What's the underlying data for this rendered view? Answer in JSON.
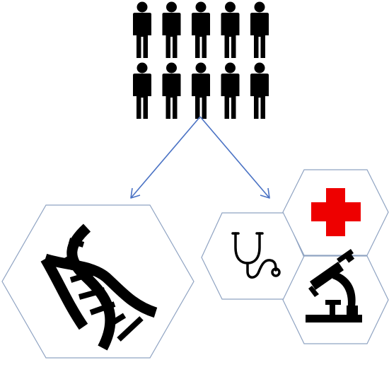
{
  "colors": {
    "people": "#000000",
    "arrows": "#4a72c4",
    "hex_stroke": "#8fa3c2",
    "hex_fill": "#ffffff",
    "icon": "#000000",
    "cross": "#ee0000"
  },
  "population": {
    "rows": 2,
    "per_row": 5,
    "icon": "person-icon"
  },
  "branches": [
    {
      "target": "genetics",
      "icon": "dna-icon"
    },
    {
      "target": "clinical",
      "icons": [
        "stethoscope-icon",
        "medical-cross-icon",
        "microscope-icon"
      ]
    }
  ]
}
